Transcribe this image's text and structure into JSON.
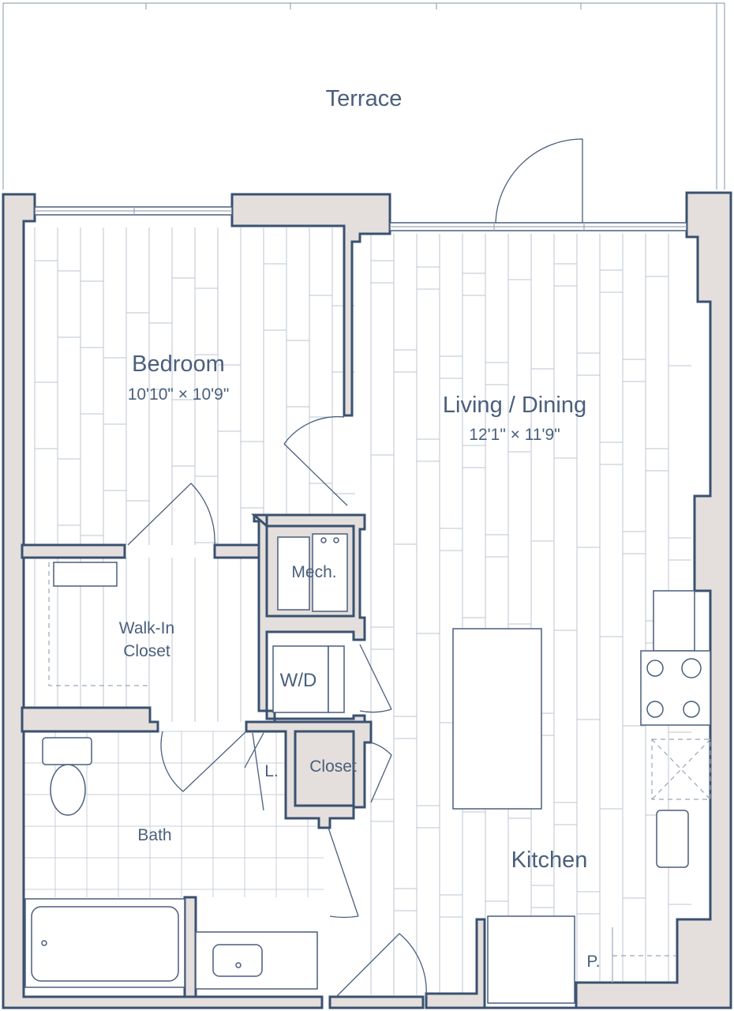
{
  "floorplan": {
    "rooms": {
      "terrace": {
        "name": "Terrace"
      },
      "bedroom": {
        "name": "Bedroom",
        "dimensions": "10'10\" × 10'9\""
      },
      "living_dining": {
        "name": "Living / Dining",
        "dimensions": "12'1\" × 11'9\""
      },
      "walk_in_closet": {
        "name_line1": "Walk-In",
        "name_line2": "Closet"
      },
      "mech": {
        "name": "Mech."
      },
      "wd": {
        "name": "W/D"
      },
      "linen": {
        "name": "L."
      },
      "closet": {
        "name": "Closet"
      },
      "bath": {
        "name": "Bath"
      },
      "kitchen": {
        "name": "Kitchen"
      },
      "pantry": {
        "name": "P."
      }
    },
    "colors": {
      "wall_fill": "#e4dfdc",
      "wall_outline": "#3a5170",
      "label": "#4a5f7c"
    }
  }
}
